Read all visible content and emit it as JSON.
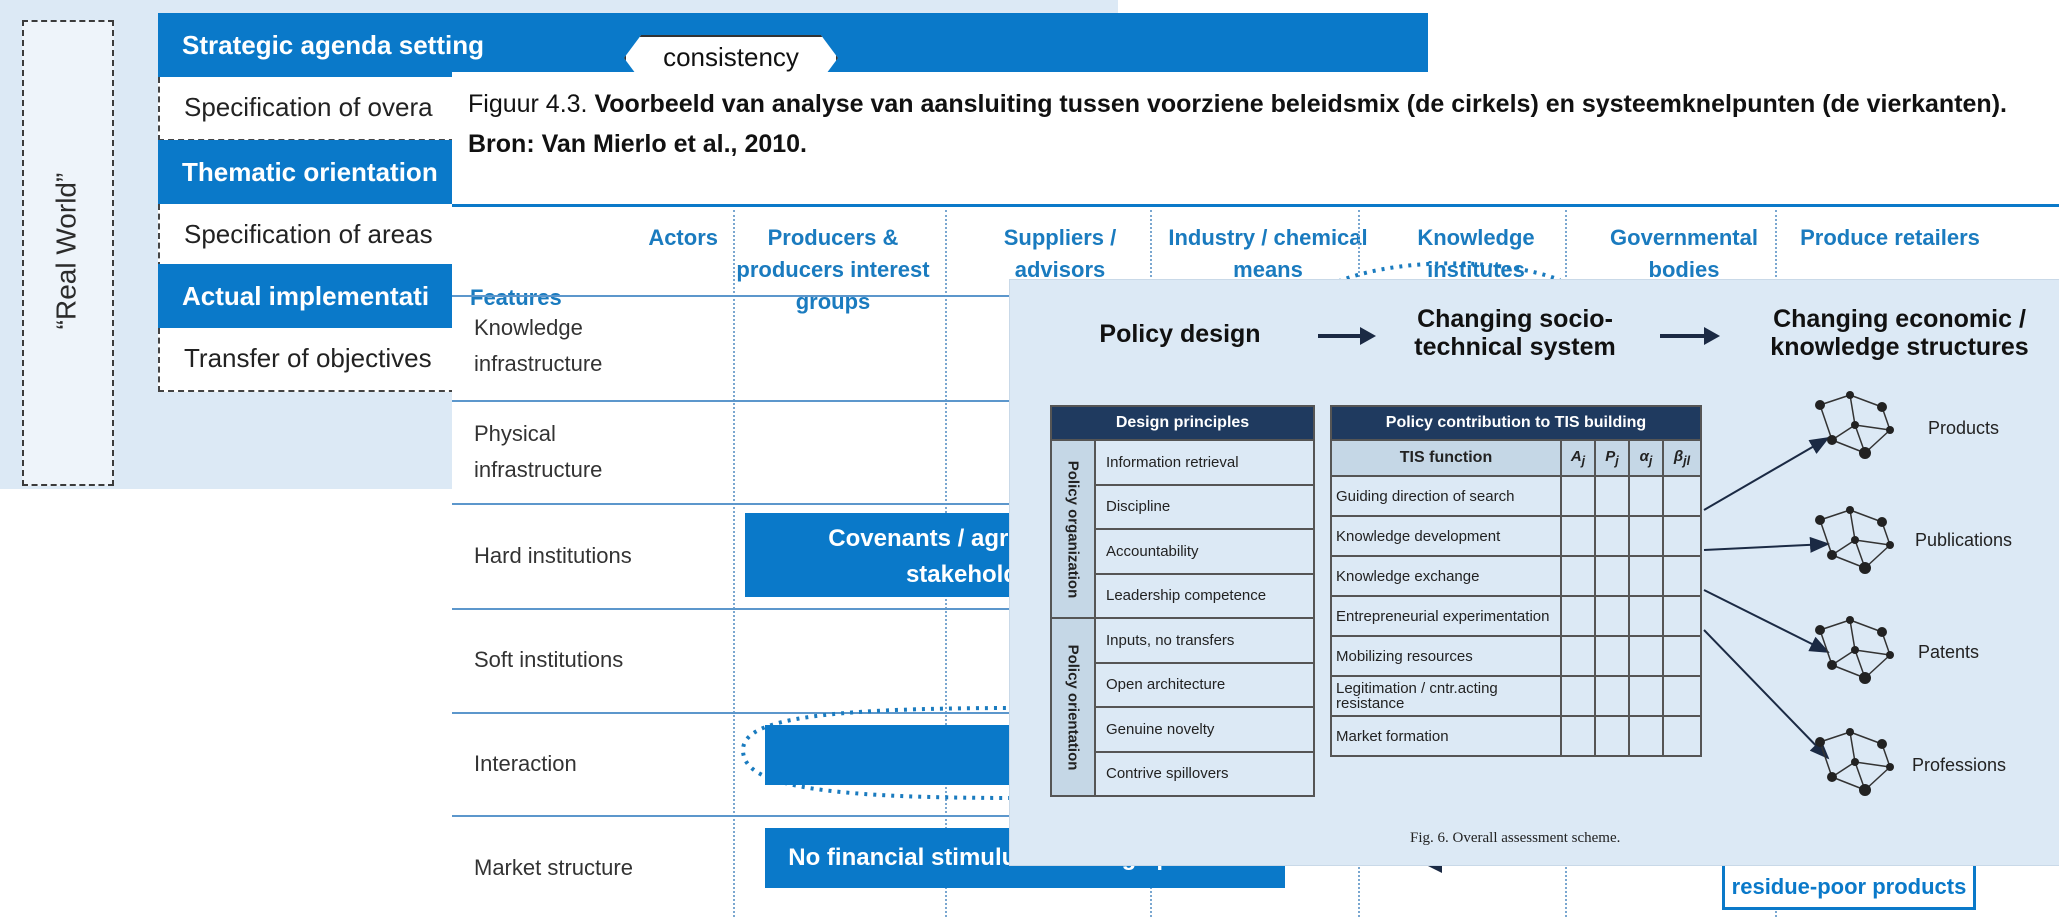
{
  "panel_real_world": {
    "side_label": "“Real World”",
    "rows": [
      {
        "title": "Strategic agenda setting",
        "detail": "Specification of overa"
      },
      {
        "title": "Thematic orientation",
        "detail": "Specification of areas"
      },
      {
        "title": "Actual implementati",
        "detail": "Transfer of objectives"
      }
    ],
    "tag": "consistency"
  },
  "panel_analysis": {
    "caption_prefix": "Figuur 4.3. ",
    "caption_bold": "Voorbeeld van analyse van aansluiting tussen voorziene beleidsmix (de cirkels) en systeemknelpunten (de vierkanten). Bron: Van Mierlo et al., 2010.",
    "corner_actors": "Actors",
    "corner_features": "Features",
    "columns": [
      "Producers & producers interest groups",
      "Suppliers / advisors",
      "Industry / chemical means",
      "Knowledge institutes",
      "Governmental bodies",
      "Produce retailers"
    ],
    "features": [
      "Knowledge infrastructure",
      "Physical infrastructure",
      "Hard institutions",
      "Soft institutions",
      "Interaction",
      "Market structure"
    ],
    "bars": {
      "hard_line1": "Covenants / agre",
      "hard_line2": "stakeholders",
      "market": "No financial stimulus to change practices",
      "residue": "residue-poor products"
    }
  },
  "panel_scheme": {
    "headings": [
      "Policy design",
      "Changing socio-technical system",
      "Changing economic / knowledge structures"
    ],
    "design_principles": {
      "title": "Design principles",
      "group1": "Policy organization",
      "group2": "Policy orientation",
      "items1": [
        "Information retrieval",
        "Discipline",
        "Accountability",
        "Leadership competence"
      ],
      "items2": [
        "Inputs, no transfers",
        "Open architecture",
        "Genuine novelty",
        "Contrive spillovers"
      ]
    },
    "tis": {
      "title": "Policy contribution to TIS building",
      "col_function": "TIS function",
      "col_a": "A",
      "col_p": "P",
      "col_alpha": "α",
      "col_beta": "β",
      "sub_a": "j",
      "sub_p": "j",
      "sub_alpha": "j",
      "sub_beta": "jl",
      "functions": [
        "Guiding direction of search",
        "Knowledge development",
        "Knowledge exchange",
        "Entrepreneurial experimentation",
        "Mobilizing resources",
        "Legitimation / cntr.acting resistance",
        "Market formation"
      ]
    },
    "outputs": [
      "Products",
      "Publications",
      "Patents",
      "Professions"
    ],
    "caption": "Fig. 6. Overall assessment scheme."
  }
}
